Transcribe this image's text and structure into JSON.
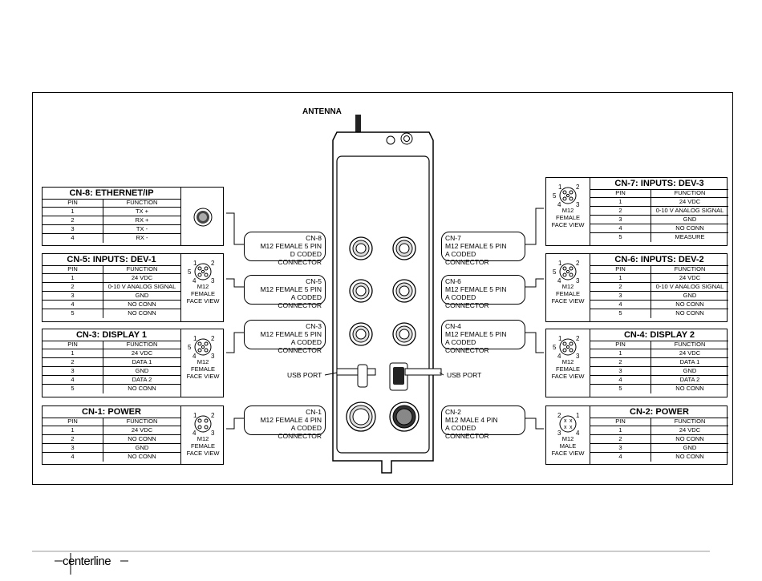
{
  "antenna_label": "ANTENNA",
  "usb_port_label": "USB PORT",
  "logo_text": "centerline",
  "face_labels": {
    "m12": "M12",
    "female": "FEMALE",
    "male": "MALE",
    "face_view": "FACE VIEW"
  },
  "table_headers": {
    "pin": "PIN",
    "function": "FUNCTION"
  },
  "tables": {
    "cn8": {
      "title": "CN-8:  ETHERNET/IP",
      "rows": [
        [
          "1",
          "TX +"
        ],
        [
          "2",
          "RX +"
        ],
        [
          "3",
          "TX -"
        ],
        [
          "4",
          "RX -"
        ]
      ]
    },
    "cn5": {
      "title": "CN-5:  INPUTS: DEV-1",
      "rows": [
        [
          "1",
          "24 VDC"
        ],
        [
          "2",
          "0-10 V ANALOG SIGNAL"
        ],
        [
          "3",
          "GND"
        ],
        [
          "4",
          "NO CONN"
        ],
        [
          "5",
          "NO CONN"
        ]
      ]
    },
    "cn3": {
      "title": "CN-3:  DISPLAY 1",
      "rows": [
        [
          "1",
          "24 VDC"
        ],
        [
          "2",
          "DATA 1"
        ],
        [
          "3",
          "GND"
        ],
        [
          "4",
          "DATA 2"
        ],
        [
          "5",
          "NO CONN"
        ]
      ]
    },
    "cn1": {
      "title": "CN-1:  POWER",
      "rows": [
        [
          "1",
          "24 VDC"
        ],
        [
          "2",
          "NO CONN"
        ],
        [
          "3",
          "GND"
        ],
        [
          "4",
          "NO CONN"
        ]
      ]
    },
    "cn7": {
      "title": "CN-7:  INPUTS: DEV-3",
      "rows": [
        [
          "1",
          "24 VDC"
        ],
        [
          "2",
          "0-10 V ANALOG SIGNAL"
        ],
        [
          "3",
          "GND"
        ],
        [
          "4",
          "NO CONN"
        ],
        [
          "5",
          "MEASURE"
        ]
      ]
    },
    "cn6": {
      "title": "CN-6:  INPUTS: DEV-2",
      "rows": [
        [
          "1",
          "24 VDC"
        ],
        [
          "2",
          "0-10 V ANALOG SIGNAL"
        ],
        [
          "3",
          "GND"
        ],
        [
          "4",
          "NO CONN"
        ],
        [
          "5",
          "NO CONN"
        ]
      ]
    },
    "cn4": {
      "title": "CN-4:  DISPLAY 2",
      "rows": [
        [
          "1",
          "24 VDC"
        ],
        [
          "2",
          "DATA 1"
        ],
        [
          "3",
          "GND"
        ],
        [
          "4",
          "DATA 2"
        ],
        [
          "5",
          "NO CONN"
        ]
      ]
    },
    "cn2": {
      "title": "CN-2:  POWER",
      "rows": [
        [
          "1",
          "24 VDC"
        ],
        [
          "2",
          "NO CONN"
        ],
        [
          "3",
          "GND"
        ],
        [
          "4",
          "NO CONN"
        ]
      ]
    }
  },
  "callouts": {
    "cn8": [
      "CN-8",
      "M12 FEMALE 5 PIN",
      "D CODED CONNECTOR"
    ],
    "cn5": [
      "CN-5",
      "M12 FEMALE 5 PIN",
      "A CODED CONNECTOR"
    ],
    "cn3": [
      "CN-3",
      "M12 FEMALE 5 PIN",
      "A CODED CONNECTOR"
    ],
    "cn1": [
      "CN-1",
      "M12 FEMALE 4 PIN",
      "A CODED CONNECTOR"
    ],
    "cn7": [
      "CN-7",
      "M12 FEMALE 5 PIN",
      "A CODED CONNECTOR"
    ],
    "cn6": [
      "CN-6",
      "M12 FEMALE 5 PIN",
      "A CODED CONNECTOR"
    ],
    "cn4": [
      "CN-4",
      "M12 FEMALE 5 PIN",
      "A CODED CONNECTOR"
    ],
    "cn2": [
      "CN-2",
      "M12 MALE 4 PIN",
      "A CODED CONNECTOR"
    ]
  },
  "pin_numbers": {
    "p1": "1",
    "p2": "2",
    "p3": "3",
    "p4": "4",
    "p5": "5"
  }
}
